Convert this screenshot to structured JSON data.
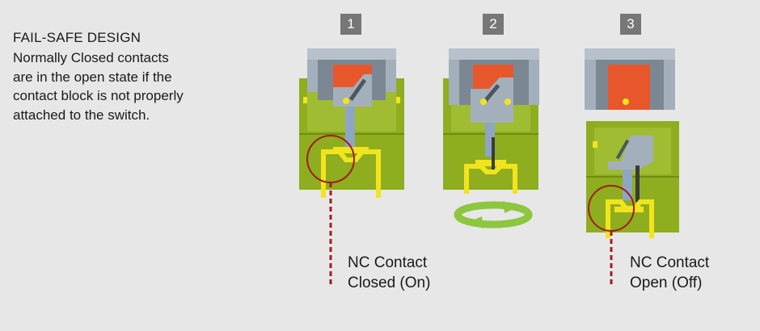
{
  "heading": "FAIL-SAFE DESIGN",
  "description_lines": [
    "Normally Closed contacts",
    "are in the open state if the",
    "contact block is not properly",
    "attached to the switch."
  ],
  "steps": [
    {
      "number": "1"
    },
    {
      "number": "2"
    },
    {
      "number": "3"
    }
  ],
  "callouts": {
    "closed": {
      "line1": "NC Contact",
      "line2": "Closed (On)"
    },
    "open": {
      "line1": "NC Contact",
      "line2": "Open (Off)"
    }
  },
  "colors": {
    "background": "#e7e7e7",
    "housing": "#a3b0bc",
    "housing_dark": "#7b8894",
    "actuator_orange": "#e8572b",
    "contact_block_green": "#8eae1f",
    "contact_block_green_dark": "#6f8c12",
    "contact_yellow": "#f2e41c",
    "plunger_blue": "#8ea6c4",
    "callout_red": "#a11d1d",
    "rotate_arrow_green": "#8dc63f",
    "badge_gray": "#777777"
  }
}
